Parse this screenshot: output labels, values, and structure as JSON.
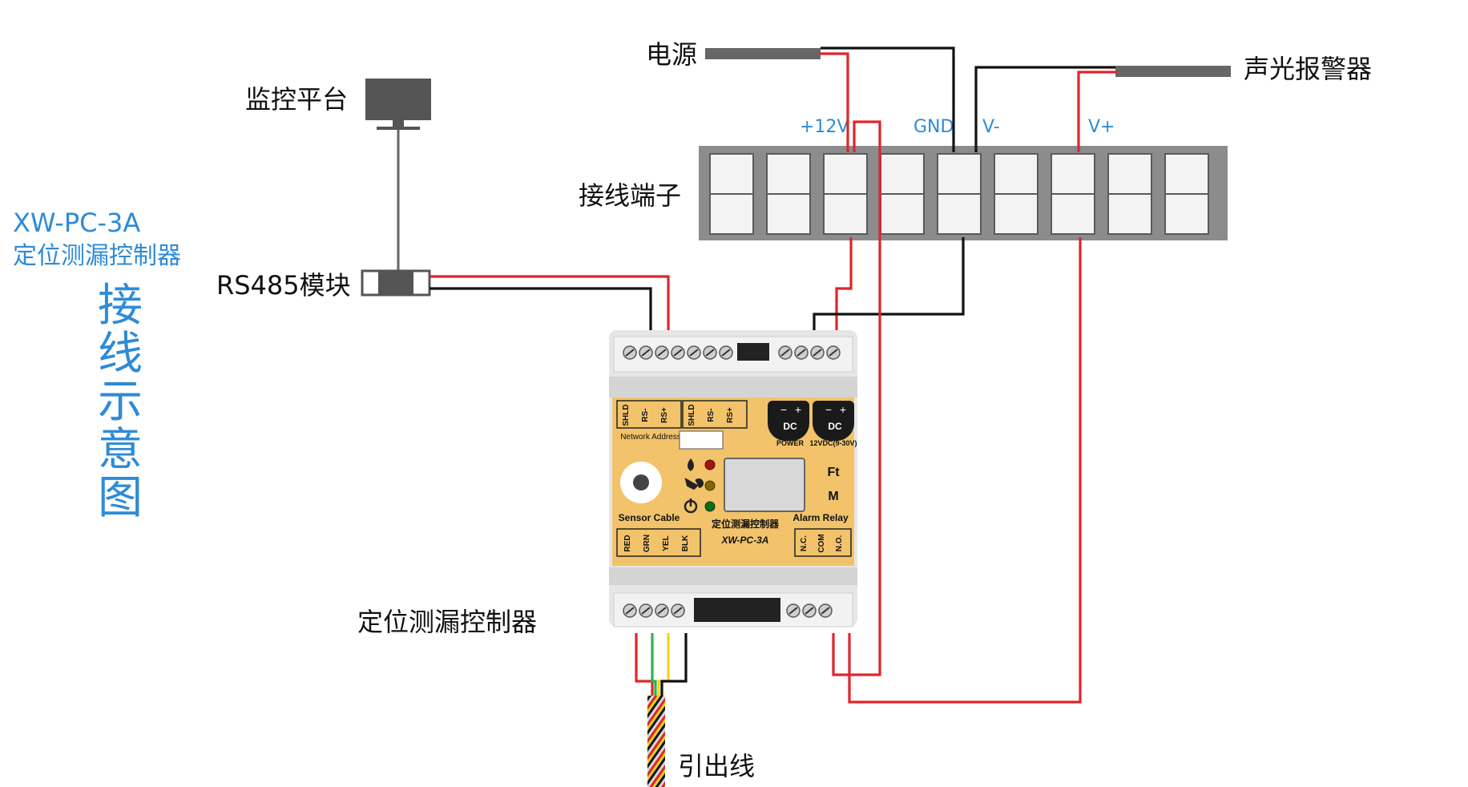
{
  "title": {
    "model": "XW-PC-3A",
    "name": "定位测漏控制器",
    "diagram": "接线示意图"
  },
  "labels": {
    "monitor_platform": "监控平台",
    "rs485_module": "RS485模块",
    "power": "电源",
    "alarm": "声光报警器",
    "terminal_block": "接线端子",
    "controller": "定位测漏控制器",
    "lead_wire": "引出线"
  },
  "terminals": {
    "plus12v": "+12V",
    "gnd": "GND",
    "vminus": "V-",
    "vplus": "V+"
  },
  "device": {
    "rs_group_1": [
      "SHLD",
      "RS-",
      "RS+"
    ],
    "rs_group_2": [
      "SHLD",
      "RS-",
      "RS+"
    ],
    "network_address": "Network Address",
    "dc_label": "DC",
    "minus": "−",
    "plus": "+",
    "power_label": "POWER",
    "power_spec": "12VDC(9-30V)",
    "unit_ft": "Ft",
    "unit_m": "M",
    "sensor_cable": "Sensor Cable",
    "alarm_relay": "Alarm Relay",
    "panel_name": "定位测漏控制器",
    "panel_model": "XW-PC-3A",
    "sensor_pins": [
      "RED",
      "GRN",
      "YEL",
      "BLK"
    ],
    "relay_pins": [
      "N.C.",
      "COM",
      "N.O."
    ]
  },
  "colors": {
    "title_blue": "#2e8bd6",
    "wire_red": "#e0242b",
    "wire_black": "#111111",
    "panel_yellow": "#f2c36b",
    "terminal_gray": "#8c8c8c"
  }
}
